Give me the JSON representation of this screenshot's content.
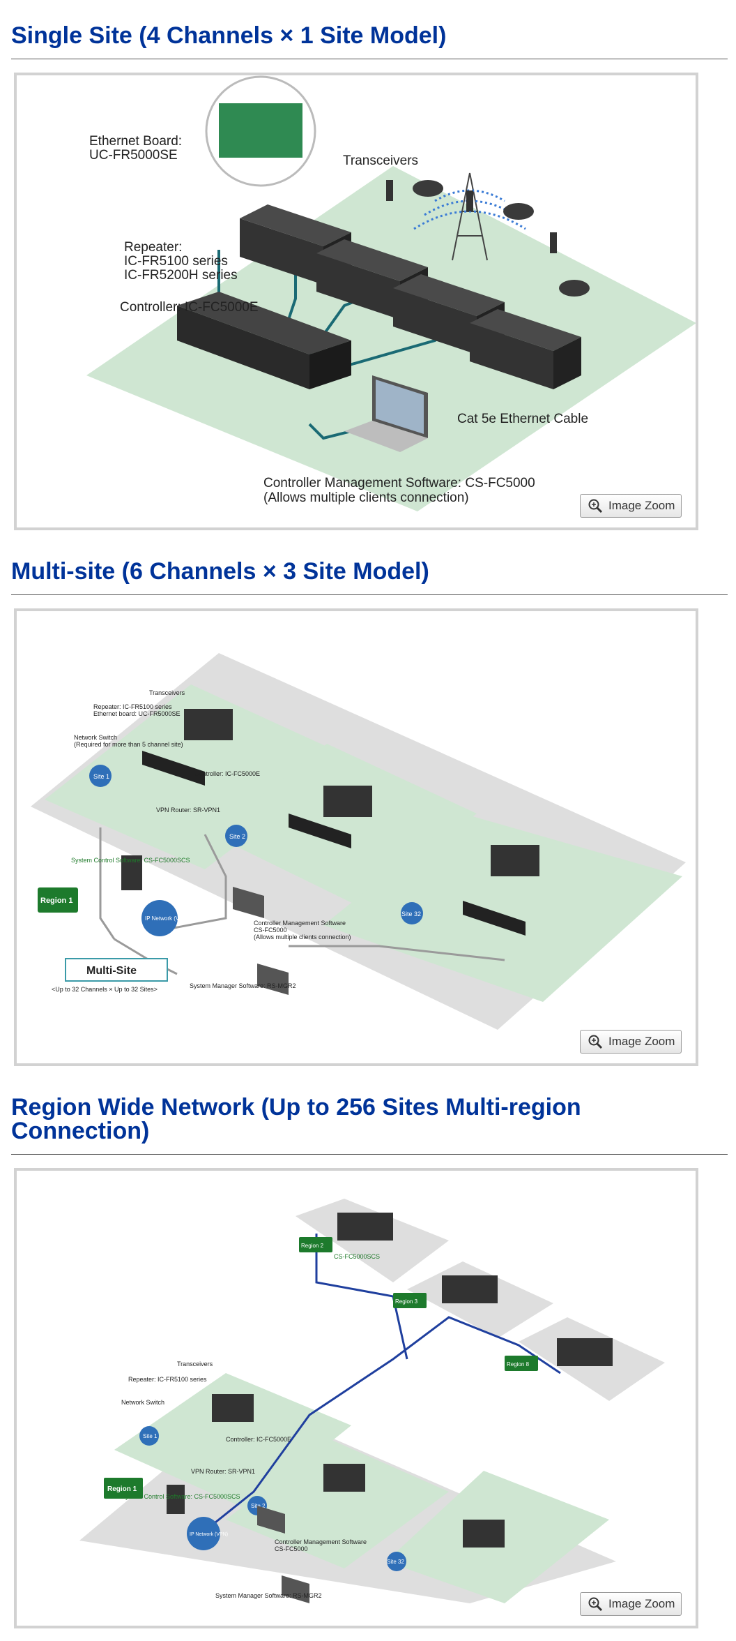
{
  "sections": [
    {
      "title": "Single Site (4 Channels × 1 Site Model)",
      "zoom_label": "Image Zoom",
      "labels": {
        "ethernet_board": "Ethernet Board:",
        "ethernet_board_model": "UC-FR5000SE",
        "transceivers": "Transceivers",
        "repeater": "Repeater:",
        "repeater_series_1": "IC-FR5100 series",
        "repeater_series_2": "IC-FR5200H series",
        "controller": "Controller: IC-FC5000E",
        "cable": "Cat 5e Ethernet Cable",
        "software": "Controller Management Software: CS-FC5000",
        "software_note": "(Allows multiple clients connection)"
      }
    },
    {
      "title": "Multi-site (6 Channels × 3 Site Model)",
      "zoom_label": "Image Zoom",
      "labels": {
        "transceivers": "Transceivers",
        "repeater": "Repeater: IC-FR5100 series",
        "ethernet_board": "Ethernet board: UC-FR5000SE",
        "network_switch": "Network Switch",
        "network_switch_note": "(Required for more than 5 channel site)",
        "controller": "Controller: IC-FC5000E",
        "vpn_router": "VPN Router: SR-VPN1",
        "site_1": "Site 1",
        "site_2": "Site 2",
        "site_32": "Site 32",
        "system_control": "System Control Software: CS-FC5000SCS",
        "region_1": "Region 1",
        "ip_network": "IP Network (VPN)",
        "cms": "Controller Management Software",
        "cms_model": "CS-FC5000",
        "cms_note": "(Allows multiple clients connection)",
        "multi_site": "Multi-Site",
        "multi_site_note": "<Up to 32 Channels × Up to 32 Sites>",
        "system_manager": "System Manager Software: RS-MGR2"
      }
    },
    {
      "title_line1": "Region Wide Network (Up to 256 Sites Multi-region",
      "title_line2": "Connection)",
      "zoom_label": "Image Zoom",
      "labels": {
        "region_1": "Region 1",
        "region_2": "Region 2",
        "region_3": "Region 3",
        "region_8": "Region 8",
        "cs_label": "CS-FC5000SCS",
        "transceivers": "Transceivers",
        "repeater": "Repeater: IC-FR5100 series",
        "network_switch": "Network Switch",
        "controller": "Controller: IC-FC5000E",
        "vpn_router": "VPN Router: SR-VPN1",
        "site_1": "Site 1",
        "site_2": "Site 2",
        "site_32": "Site 32",
        "system_control": "System Control Software: CS-FC5000SCS",
        "ip_network": "IP Network (VPN)",
        "cms": "Controller Management Software",
        "cms_model": "CS-FC5000",
        "system_manager": "System Manager Software: RS-MGR2"
      }
    }
  ],
  "colors": {
    "title": "#003399",
    "floor": "#cfe6d2",
    "base": "#dedede",
    "cable": "#1a6a74",
    "region_badge": "#1d7a2c",
    "site_badge": "#2f6fb8",
    "backbone": "#1f3f9e",
    "device": "#2f2f2f"
  }
}
